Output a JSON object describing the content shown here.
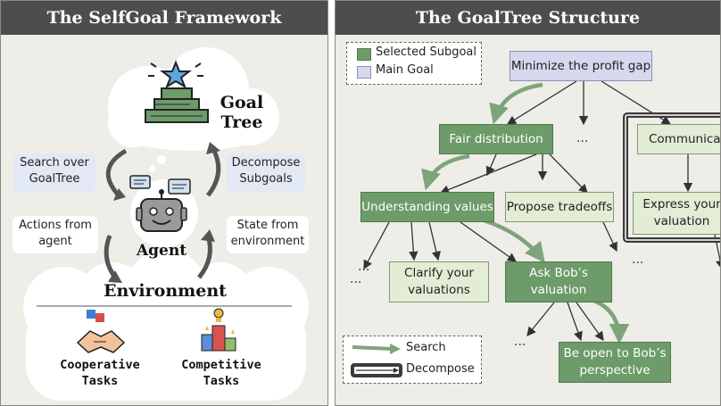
{
  "left": {
    "title": "The SelfGoal Framework",
    "goal_tree": "Goal\nTree",
    "search_label": "Search over\nGoalTree",
    "decompose_label": "Decompose\nSubgoals",
    "actions_label": "Actions from\nagent",
    "state_label": "State from\nenvironment",
    "agent_label": "Agent",
    "environment_label": "Environment",
    "cooperative_label": "Cooperative\nTasks",
    "competitive_label": "Competitive\nTasks",
    "colors": {
      "green": "#6d9b6a",
      "arrow": "#555555"
    }
  },
  "right": {
    "title": "The GoalTree Structure",
    "legend": {
      "selected": "Selected Subgoal",
      "main": "Main Goal"
    },
    "legend2": {
      "search": "Search",
      "decompose": "Decompose"
    },
    "nodes": {
      "root": "Minimize the profit gap",
      "fair": "Fair distribution",
      "communicate": "Communicat",
      "understanding": "Understanding values",
      "tradeoffs": "Propose tradeoffs",
      "express": "Express your\nvaluation",
      "clarify": "Clarify your\nvaluations",
      "ask": "Ask Bob’s\nvaluation",
      "open": "Be open to Bob’s\nperspective"
    },
    "ellipsis": "...",
    "colors": {
      "selected": "#6d9b6a",
      "subgoal": "#e3ecd5",
      "main_goal": "#d5d9ee",
      "search_arrow": "#7fa37b"
    }
  }
}
